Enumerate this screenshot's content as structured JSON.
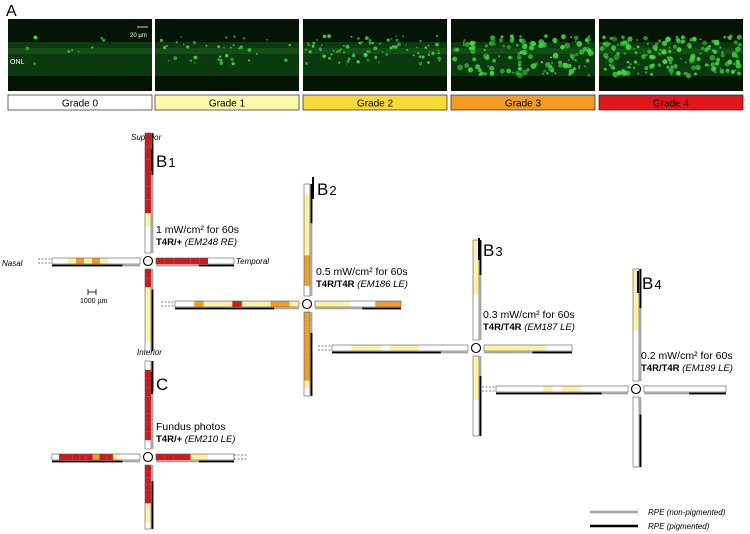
{
  "panel_a": {
    "label": "A",
    "scale_text": "20 µm",
    "onl_label": "ONL",
    "grades": [
      {
        "label": "Grade 0",
        "color": "#ffffff",
        "density": 0.03
      },
      {
        "label": "Grade 1",
        "color": "#fdfaaa",
        "density": 0.2
      },
      {
        "label": "Grade 2",
        "color": "#fbd934",
        "density": 0.5
      },
      {
        "label": "Grade 3",
        "color": "#f39b22",
        "density": 0.8
      },
      {
        "label": "Grade 4",
        "color": "#e2171c",
        "density": 1.0
      }
    ]
  },
  "directions": {
    "superior": "Superior",
    "inferior": "Inferior",
    "nasal": "Nasal",
    "temporal": "Temporal"
  },
  "scale_bar": "1000 µm",
  "maps": [
    {
      "label": "B",
      "sub": "1",
      "line1": "1 mW/cm² for 60s",
      "genotype": "T4R/+",
      "eye": "(EM248 RE)",
      "arms": {
        "up": [
          "W",
          "W",
          "Y",
          "R",
          "R",
          "R",
          "R",
          "R",
          "R"
        ],
        "down": [
          "R",
          "R",
          "Y",
          "Y",
          "Y",
          "Y",
          "Y",
          "Y",
          "W"
        ],
        "left": [
          "W",
          "W",
          "W",
          "W",
          "Y",
          "O",
          "Y",
          "O",
          "Y",
          "W",
          "W"
        ],
        "right": [
          "R",
          "R",
          "R",
          "R",
          "R",
          "R",
          "W",
          "W",
          "W"
        ]
      }
    },
    {
      "label": "B",
      "sub": "2",
      "line1": "0.5 mW/cm² for 60s",
      "genotype": "T4R/T4R",
      "eye": "(EM186 LE)",
      "arms": {
        "up": [
          "W",
          "O",
          "O",
          "O",
          "Y",
          "Y",
          "Y",
          "Y",
          "Y",
          "Y",
          "W"
        ],
        "down": [
          "O",
          "O",
          "O",
          "O",
          "O",
          "O",
          "O",
          "O",
          "O",
          "Y",
          "W"
        ],
        "left": [
          "Y",
          "O",
          "O",
          "Y",
          "Y",
          "Y",
          "R",
          "Y",
          "Y",
          "Y",
          "O",
          "W",
          "W"
        ],
        "right": [
          "Y",
          "Y",
          "Y",
          "Y",
          "W",
          "W",
          "W",
          "O",
          "O",
          "O"
        ]
      }
    },
    {
      "label": "B",
      "sub": "3",
      "line1": "0.3 mW/cm² for 60s",
      "genotype": "T4R/T4R",
      "eye": "(EM187 LE)",
      "arms": {
        "up": [
          "W",
          "W",
          "W",
          "W",
          "W",
          "Y",
          "Y",
          "Y",
          "Y",
          "Y",
          "Y"
        ],
        "down": [
          "Y",
          "Y",
          "Y",
          "Y",
          "Y",
          "Y",
          "W",
          "W",
          "W",
          "W",
          "W"
        ],
        "left": [
          "W",
          "W",
          "W",
          "W",
          "W",
          "Y",
          "Y",
          "Y",
          "W",
          "Y",
          "Y",
          "Y",
          "W",
          "W"
        ],
        "right": [
          "Y",
          "Y",
          "Y",
          "Y",
          "Y",
          "Y",
          "Y",
          "W",
          "W",
          "W"
        ]
      }
    },
    {
      "label": "B",
      "sub": "4",
      "line1": "0.2 mW/cm² for 60s",
      "genotype": "T4R/T4R",
      "eye": "(EM189 LE)",
      "arms": {
        "up": [
          "W",
          "W",
          "W",
          "W",
          "W",
          "Y",
          "Y",
          "Y",
          "Y",
          "Y",
          "Y"
        ],
        "down": [
          "W",
          "W",
          "W",
          "W",
          "W",
          "W",
          "W",
          "W",
          "W",
          "W",
          "W"
        ],
        "left": [
          "W",
          "W",
          "W",
          "W",
          "W",
          "Y",
          "Y",
          "W",
          "Y",
          "W",
          "W",
          "W",
          "W",
          "W"
        ],
        "right": [
          "W",
          "W",
          "W",
          "W",
          "W",
          "W",
          "W",
          "W",
          "W",
          "W",
          "W"
        ]
      }
    },
    {
      "label": "C",
      "sub": "",
      "line1": "Fundus photos",
      "genotype": "T4R/+",
      "eye": "(EM210 LE)",
      "arms": {
        "up": [
          "W",
          "R",
          "R",
          "R",
          "R",
          "R",
          "R",
          "R",
          "R",
          "W"
        ],
        "down": [
          "R",
          "R",
          "R",
          "R",
          "R",
          "R",
          "Y",
          "Y",
          "Y",
          "W"
        ],
        "left": [
          "W",
          "W",
          "W",
          "Y",
          "R",
          "R",
          "O",
          "R",
          "R",
          "R",
          "R",
          "R",
          "W"
        ],
        "right": [
          "R",
          "R",
          "R",
          "R",
          "Y",
          "Y",
          "W",
          "W",
          "W"
        ]
      }
    }
  ],
  "legend": [
    {
      "label": "RPE (non-pigmented)",
      "color": "#a6a6a6"
    },
    {
      "label": "RPE (pigmented)",
      "color": "#000000"
    }
  ],
  "grade_colors": {
    "W": "#ffffff",
    "Y": "#fdf2a0",
    "O": "#ec9f2a",
    "R": "#d3171c"
  }
}
